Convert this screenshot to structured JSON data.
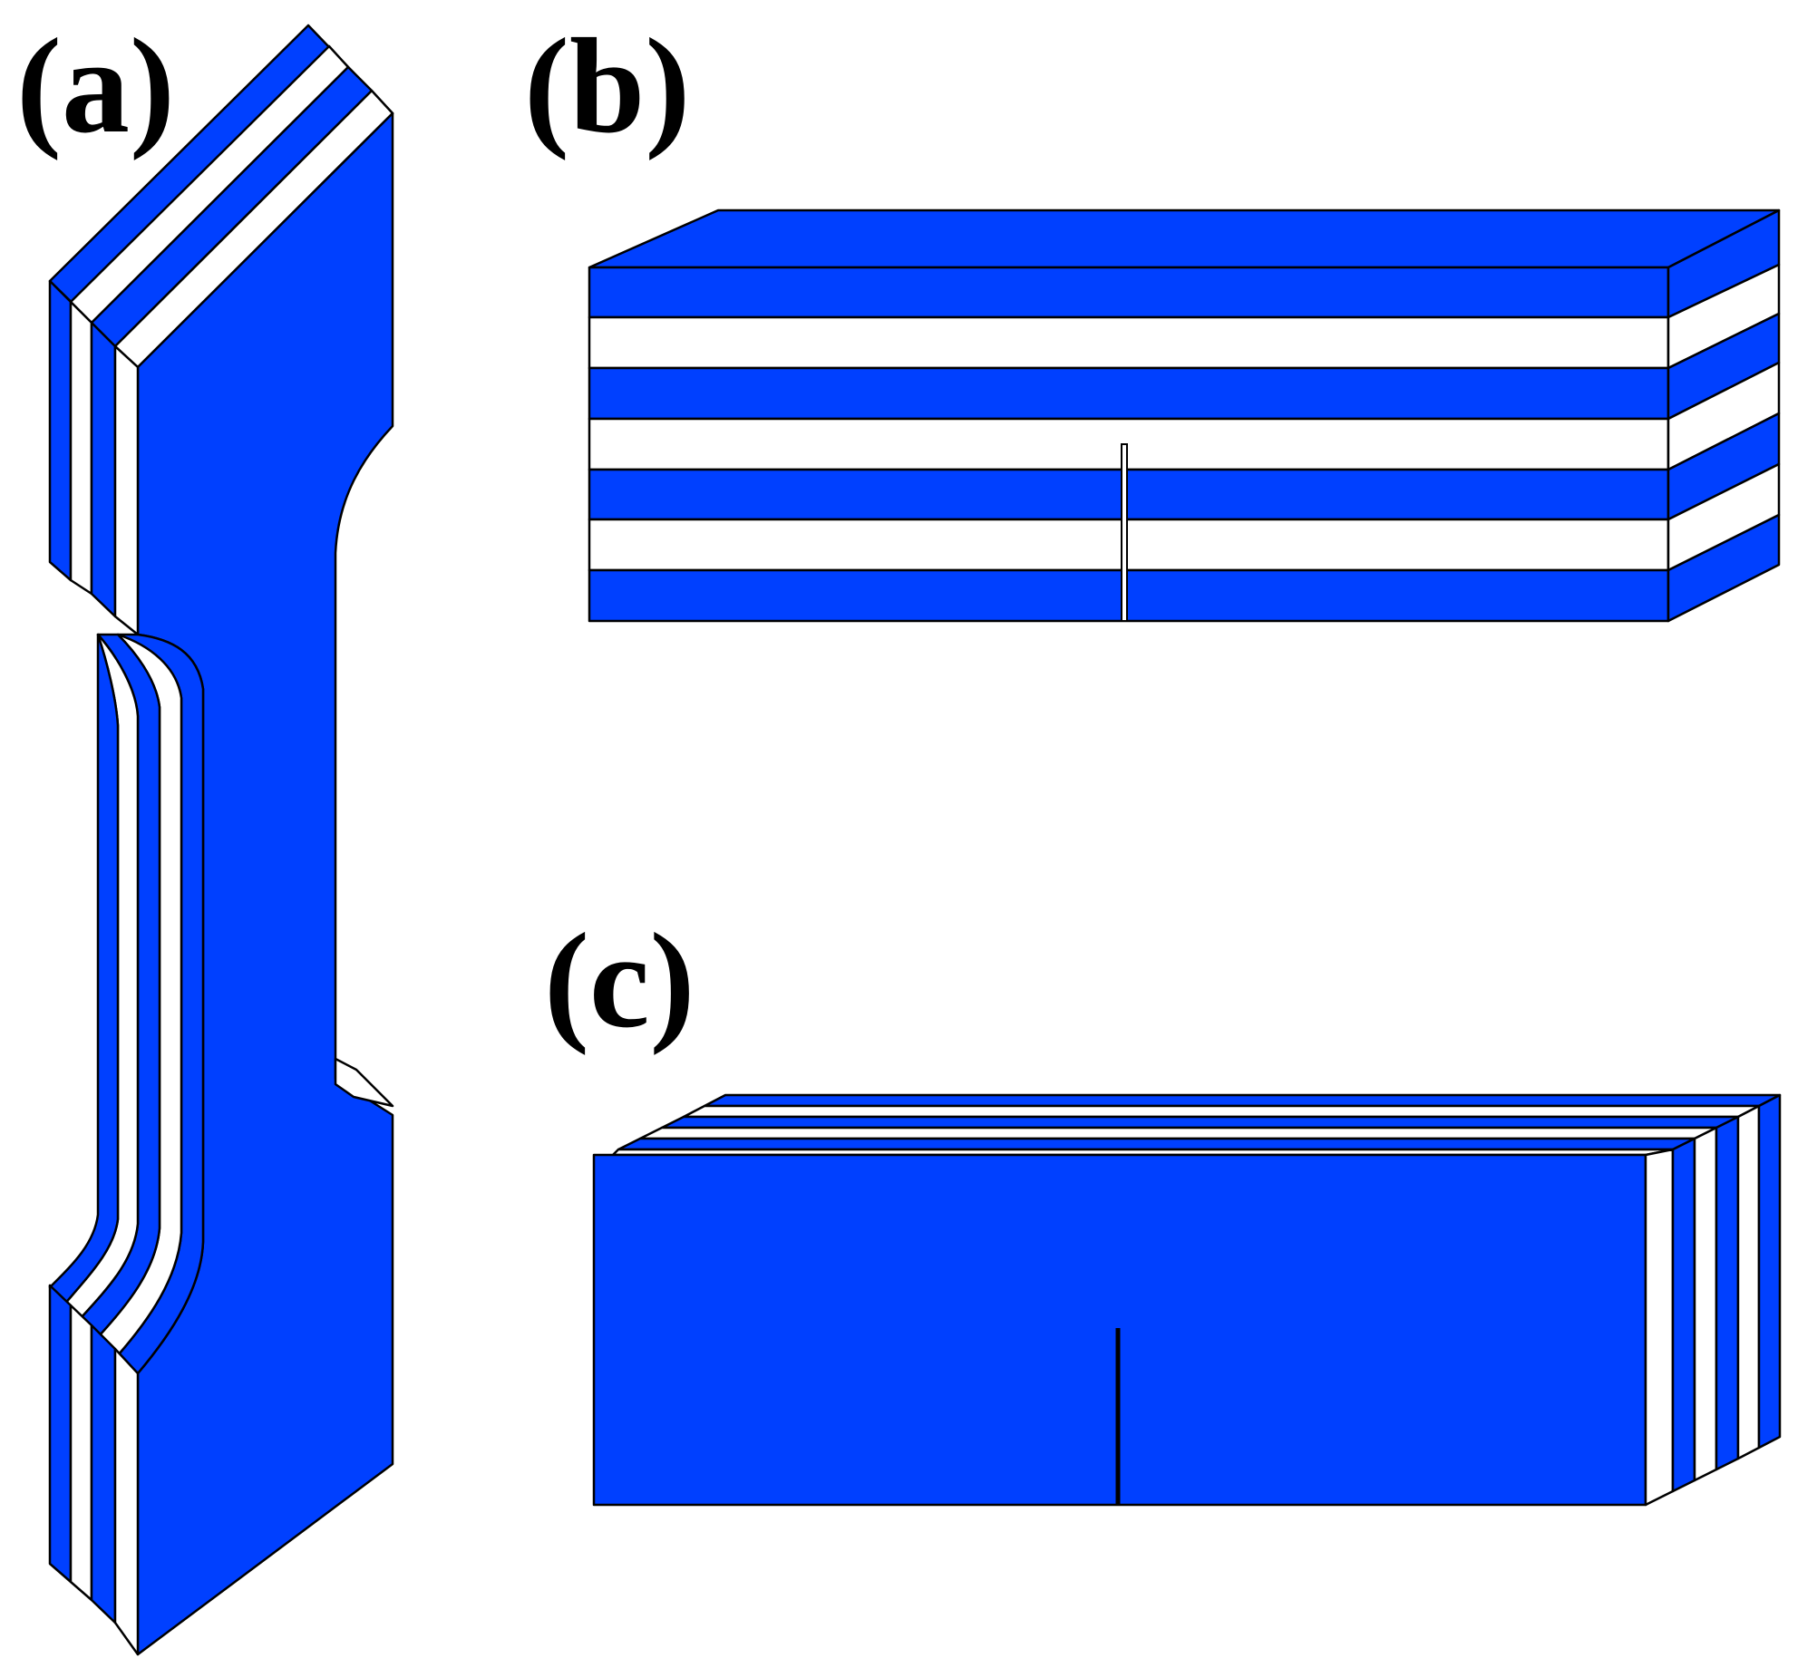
{
  "figure": {
    "panels": [
      {
        "id": "a",
        "label": "(a)",
        "description_type": "dogbone-specimen"
      },
      {
        "id": "b",
        "label": "(b)",
        "description_type": "notched-beam-layers-horizontal"
      },
      {
        "id": "c",
        "label": "(c)",
        "description_type": "notched-beam-layers-vertical"
      }
    ],
    "colors": {
      "layer_blue": "#0040ff",
      "layer_white": "#ffffff",
      "outline": "#000000"
    }
  }
}
